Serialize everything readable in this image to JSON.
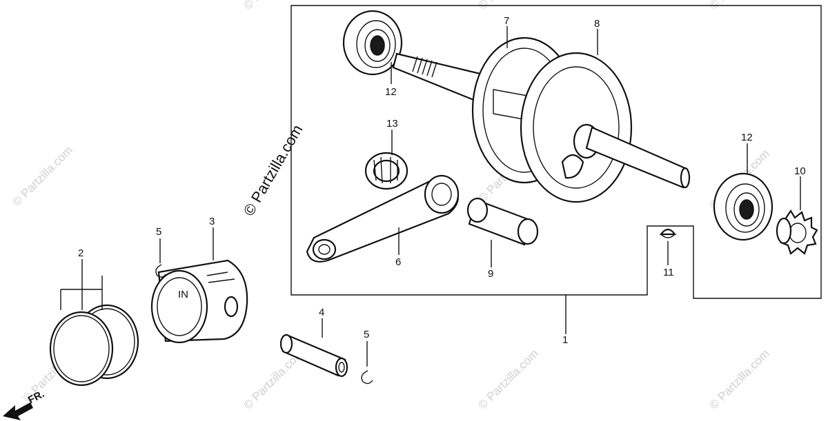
{
  "watermark": "© Partzilla.com",
  "front_marker": "FR.",
  "piston_mark": "IN",
  "callouts": [
    "1",
    "2",
    "3",
    "4",
    "5",
    "5",
    "6",
    "7",
    "8",
    "9",
    "10",
    "11",
    "12",
    "12",
    "13"
  ]
}
